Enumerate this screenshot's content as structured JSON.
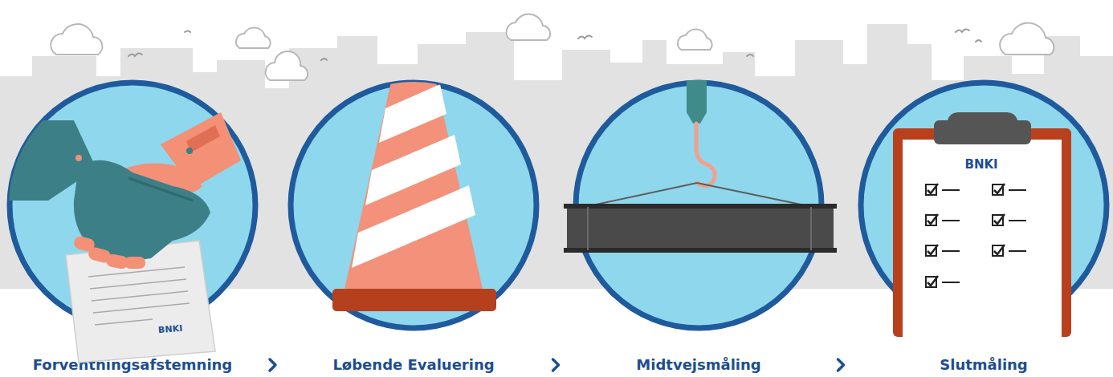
{
  "diagram": {
    "nodes": [
      {
        "text": [
          "Forventningsafstemning"
        ]
      },
      {
        "text": [
          "Løbende Evaluering"
        ]
      },
      {
        "text": [
          "Midtvejsmåling"
        ]
      },
      {
        "text": [
          "Slutmåling"
        ]
      }
    ],
    "edges": [
      {
        "from": 0,
        "to": 1,
        "arrow": "to"
      },
      {
        "from": 1,
        "to": 2,
        "arrow": "to"
      },
      {
        "from": 2,
        "to": 3,
        "arrow": "to"
      }
    ],
    "labels": [
      "BNKI",
      "BNKI"
    ]
  }
}
